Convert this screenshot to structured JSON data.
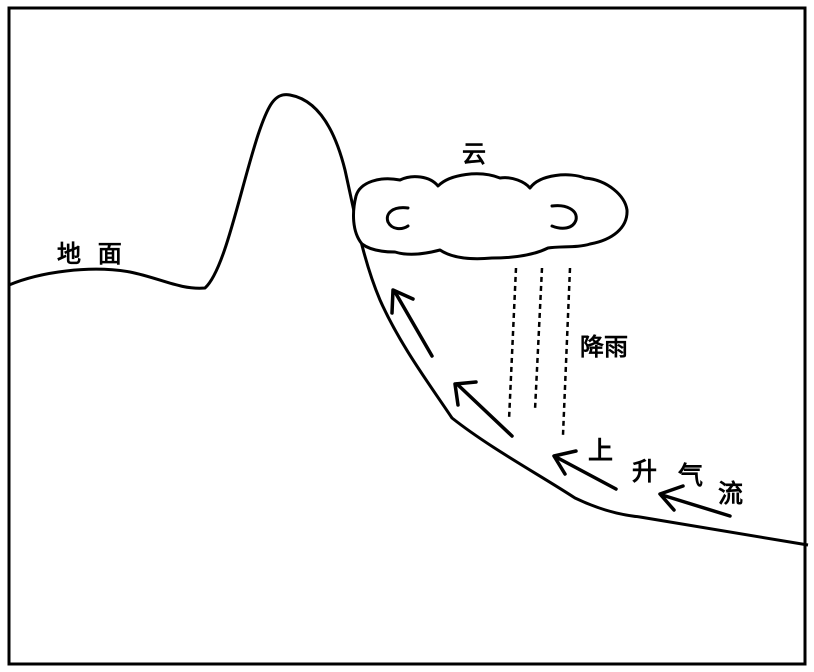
{
  "labels": {
    "ground": "地  面",
    "cloud": "云",
    "rain": "降雨",
    "updraft": [
      "上",
      "升",
      "气",
      "流"
    ]
  },
  "colors": {
    "line": "#000000",
    "background": "#ffffff"
  }
}
